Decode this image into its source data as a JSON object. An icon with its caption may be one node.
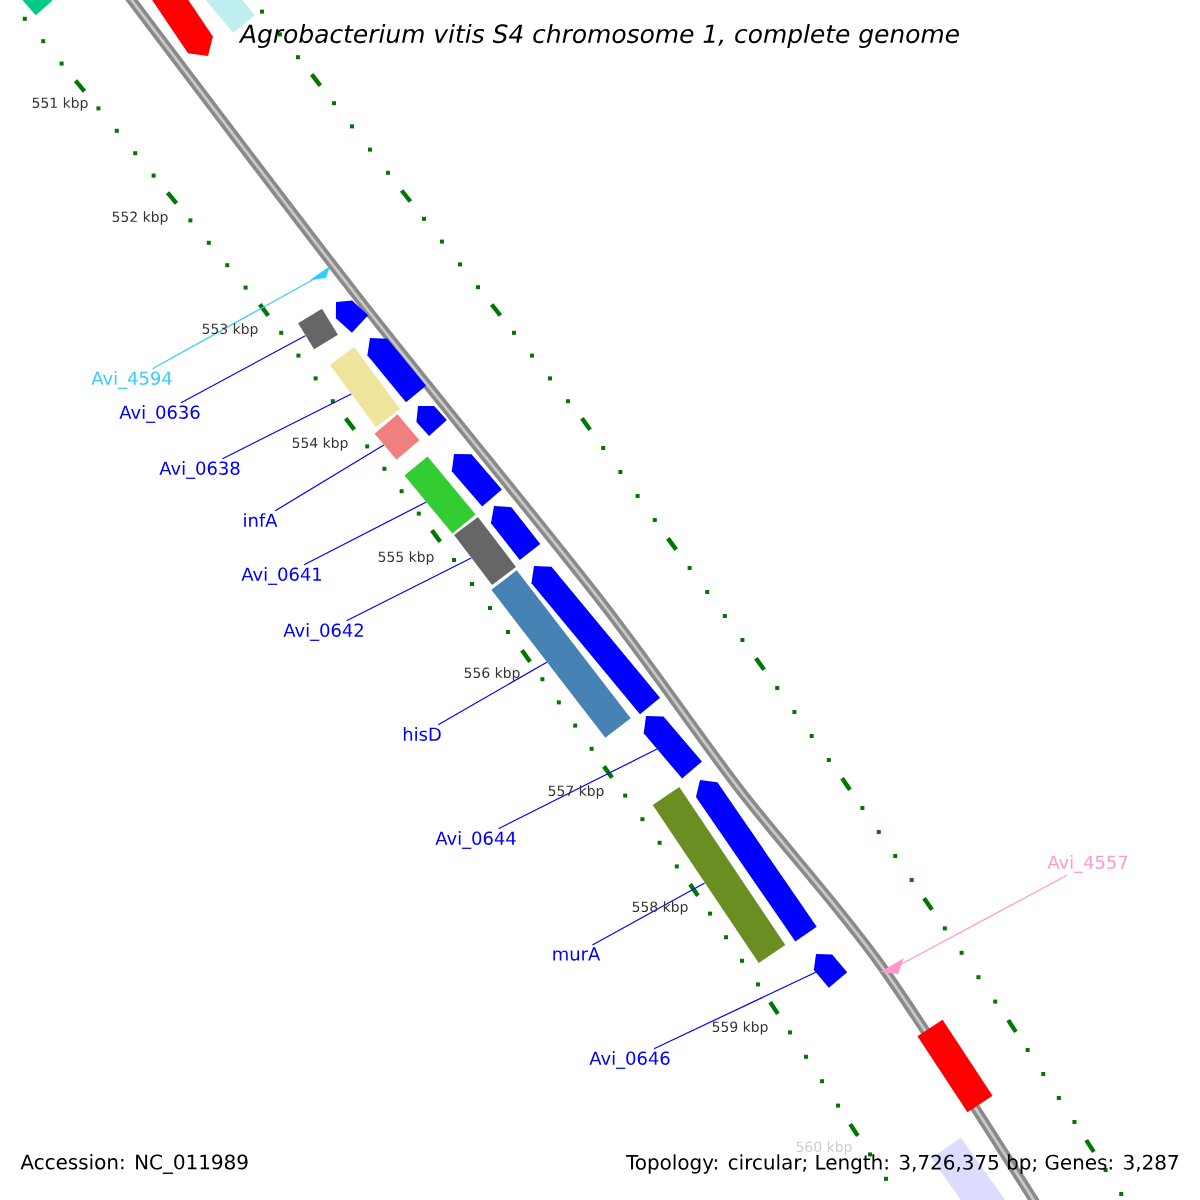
{
  "diagram": {
    "title": "Agrobacterium vitis S4 chromosome 1, complete genome",
    "nodes": [
      {
        "text": [
          "Avi_4594"
        ]
      },
      {
        "text": [
          "Avi_0636"
        ]
      },
      {
        "text": [
          "Avi_0638"
        ]
      },
      {
        "text": [
          "infA"
        ]
      },
      {
        "text": [
          "Avi_0641"
        ]
      },
      {
        "text": [
          "Avi_0642"
        ]
      },
      {
        "text": [
          "hisD"
        ]
      },
      {
        "text": [
          "Avi_0644"
        ]
      },
      {
        "text": [
          "Avi_4557"
        ]
      },
      {
        "text": [
          "murA"
        ]
      },
      {
        "text": [
          "Avi_0646"
        ]
      },
      {
        "text": [],
        "shape": "bar"
      },
      {
        "text": [],
        "shape": "bar"
      },
      {
        "text": [],
        "shape": "bar"
      },
      {
        "text": [],
        "shape": "triangle"
      },
      {
        "text": [],
        "shape": "bar"
      },
      {
        "text": [],
        "shape": "bar"
      },
      {
        "text": [],
        "shape": "bar"
      },
      {
        "text": [],
        "shape": "bar"
      },
      {
        "text": [],
        "shape": "bar"
      },
      {
        "text": [],
        "shape": "bar"
      },
      {
        "text": [],
        "shape": "bar"
      },
      {
        "text": [],
        "shape": "bar"
      },
      {
        "text": [],
        "shape": "bar"
      },
      {
        "text": [],
        "shape": "bar"
      },
      {
        "text": [],
        "shape": "bar"
      },
      {
        "text": [],
        "shape": "bar"
      },
      {
        "text": [],
        "shape": "bar"
      },
      {
        "text": [],
        "shape": "bar"
      },
      {
        "text": [],
        "shape": "bar"
      },
      {
        "text": [],
        "shape": "bar"
      },
      {
        "text": [],
        "shape": "triangle"
      },
      {
        "text": [],
        "shape": "bar"
      },
      {
        "text": [],
        "shape": "bar"
      }
    ],
    "edges": [
      {
        "from": 0,
        "to": 14,
        "arrow": "none",
        "color": "#33ccff"
      },
      {
        "from": 1,
        "to": 16,
        "arrow": "none"
      },
      {
        "from": 2,
        "to": 18,
        "arrow": "none"
      },
      {
        "from": 3,
        "to": 20,
        "arrow": "none"
      },
      {
        "from": 4,
        "to": 22,
        "arrow": "none"
      },
      {
        "from": 5,
        "to": 24,
        "arrow": "none"
      },
      {
        "from": 6,
        "to": 26,
        "arrow": "none"
      },
      {
        "from": 7,
        "to": 27,
        "arrow": "none"
      },
      {
        "from": 8,
        "to": 31,
        "arrow": "none",
        "color": "#ff99cc"
      },
      {
        "from": 9,
        "to": 29,
        "arrow": "none"
      },
      {
        "from": 10,
        "to": 30,
        "arrow": "none"
      }
    ],
    "labels": [
      "551 kbp",
      "552 kbp",
      "553 kbp",
      "554 kbp",
      "555 kbp",
      "556 kbp",
      "557 kbp",
      "558 kbp",
      "559 kbp",
      "560 kbp",
      "Accession: NC_011989",
      "Topology: circular; Length: 3,726,375 bp; Genes: 3,287"
    ]
  }
}
